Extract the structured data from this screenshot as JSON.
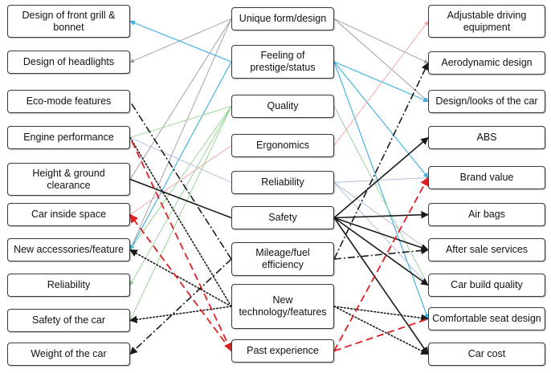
{
  "left_nodes": [
    {
      "id": "L0",
      "label": "Design of front grill & bonnet"
    },
    {
      "id": "L1",
      "label": "Design of headlights"
    },
    {
      "id": "L2",
      "label": "Eco-mode features"
    },
    {
      "id": "L3",
      "label": "Engine performance"
    },
    {
      "id": "L4",
      "label": "Height & ground clearance"
    },
    {
      "id": "L5",
      "label": "Car inside space"
    },
    {
      "id": "L6",
      "label": "New accessories/feature"
    },
    {
      "id": "L7",
      "label": "Reliability"
    },
    {
      "id": "L8",
      "label": "Safety of the car"
    },
    {
      "id": "L9",
      "label": "Weight of the car"
    }
  ],
  "middle_nodes": [
    {
      "id": "M0",
      "label": "Unique form/design"
    },
    {
      "id": "M1",
      "label": "Feeling of prestige/status"
    },
    {
      "id": "M2",
      "label": "Quality"
    },
    {
      "id": "M3",
      "label": "Ergonomics"
    },
    {
      "id": "M4",
      "label": "Reliability"
    },
    {
      "id": "M5",
      "label": "Safety"
    },
    {
      "id": "M6",
      "label": "Mileage/fuel efficiency"
    },
    {
      "id": "M7",
      "label": "New technology/features"
    },
    {
      "id": "M8",
      "label": "Past experience"
    }
  ],
  "right_nodes": [
    {
      "id": "R0",
      "label": "Adjustable driving equipment"
    },
    {
      "id": "R1",
      "label": "Aerodynamic design"
    },
    {
      "id": "R2",
      "label": "Design/looks of the car"
    },
    {
      "id": "R3",
      "label": "ABS"
    },
    {
      "id": "R4",
      "label": "Brand value"
    },
    {
      "id": "R5",
      "label": "Air bags"
    },
    {
      "id": "R6",
      "label": "After sale services"
    },
    {
      "id": "R7",
      "label": "Car build quality"
    },
    {
      "id": "R8",
      "label": "Comfortable seat design"
    },
    {
      "id": "R9",
      "label": "Car cost"
    }
  ],
  "line_colors": {
    "black": "#1a1a1a",
    "gray": "#9a9a9a",
    "blue": "#3aaee0",
    "green": "#8ed18e",
    "pink": "#f2a0a0",
    "lightblue": "#a9b9de",
    "red": "#e02020"
  },
  "connections": [
    {
      "from": "M0",
      "to": "L1",
      "color": "gray",
      "style": "solid",
      "arrow": "to"
    },
    {
      "from": "M0",
      "to": "R1",
      "color": "gray",
      "style": "solid",
      "arrow": "to"
    },
    {
      "from": "M0",
      "to": "R2",
      "color": "gray",
      "style": "solid",
      "arrow": "to"
    },
    {
      "from": "M0",
      "to": "L4",
      "color": "gray",
      "style": "solid",
      "arrow": "none"
    },
    {
      "from": "M0",
      "to": "L6",
      "color": "gray",
      "style": "solid",
      "arrow": "none"
    },
    {
      "from": "M1",
      "to": "L0",
      "color": "blue",
      "style": "solid",
      "arrow": "to"
    },
    {
      "from": "M1",
      "to": "R2",
      "color": "blue",
      "style": "solid",
      "arrow": "to"
    },
    {
      "from": "M1",
      "to": "R4",
      "color": "blue",
      "style": "solid",
      "arrow": "to"
    },
    {
      "from": "M1",
      "to": "R8",
      "color": "blue",
      "style": "solid",
      "arrow": "to"
    },
    {
      "from": "M1",
      "to": "L6",
      "color": "blue",
      "style": "solid",
      "arrow": "to"
    },
    {
      "from": "M2",
      "to": "L3",
      "color": "green",
      "style": "solid",
      "arrow": "none"
    },
    {
      "from": "M2",
      "to": "L6",
      "color": "green",
      "style": "solid",
      "arrow": "none"
    },
    {
      "from": "M2",
      "to": "L7",
      "color": "green",
      "style": "solid",
      "arrow": "to"
    },
    {
      "from": "M2",
      "to": "L8",
      "color": "green",
      "style": "solid",
      "arrow": "none"
    },
    {
      "from": "M2",
      "to": "R7",
      "color": "green",
      "style": "solid",
      "arrow": "none"
    },
    {
      "from": "M3",
      "to": "R0",
      "color": "pink",
      "style": "solid",
      "arrow": "to"
    },
    {
      "from": "M3",
      "to": "L5",
      "color": "pink",
      "style": "solid",
      "arrow": "none"
    },
    {
      "from": "M4",
      "to": "L3",
      "color": "lightblue",
      "style": "solid",
      "arrow": "none"
    },
    {
      "from": "M4",
      "to": "R4",
      "color": "lightblue",
      "style": "solid",
      "arrow": "none"
    },
    {
      "from": "M4",
      "to": "R6",
      "color": "lightblue",
      "style": "solid",
      "arrow": "none"
    },
    {
      "from": "M4",
      "to": "R7",
      "color": "lightblue",
      "style": "solid",
      "arrow": "none"
    },
    {
      "from": "M5",
      "to": "L4",
      "color": "black",
      "style": "solid",
      "arrow": "none"
    },
    {
      "from": "M5",
      "to": "R3",
      "color": "black",
      "style": "solid",
      "arrow": "to"
    },
    {
      "from": "M5",
      "to": "R5",
      "color": "black",
      "style": "solid",
      "arrow": "to"
    },
    {
      "from": "M5",
      "to": "R6",
      "color": "black",
      "style": "solid",
      "arrow": "to"
    },
    {
      "from": "M5",
      "to": "R7",
      "color": "black",
      "style": "solid",
      "arrow": "to"
    },
    {
      "from": "M5",
      "to": "R9",
      "color": "black",
      "style": "solid",
      "arrow": "to"
    },
    {
      "from": "M6",
      "to": "L2",
      "color": "black",
      "style": "dashdot",
      "arrow": "none"
    },
    {
      "from": "M6",
      "to": "L9",
      "color": "black",
      "style": "dashdot",
      "arrow": "to"
    },
    {
      "from": "M6",
      "to": "R1",
      "color": "black",
      "style": "dashdot",
      "arrow": "to"
    },
    {
      "from": "M6",
      "to": "R6",
      "color": "black",
      "style": "dashdot",
      "arrow": "to"
    },
    {
      "from": "M7",
      "to": "L3",
      "color": "black",
      "style": "dotted",
      "arrow": "none"
    },
    {
      "from": "M7",
      "to": "L6",
      "color": "black",
      "style": "dotted",
      "arrow": "to"
    },
    {
      "from": "M7",
      "to": "L8",
      "color": "black",
      "style": "dotted",
      "arrow": "to"
    },
    {
      "from": "M7",
      "to": "R8",
      "color": "black",
      "style": "dotted",
      "arrow": "to"
    },
    {
      "from": "M7",
      "to": "R9",
      "color": "black",
      "style": "dotted",
      "arrow": "to"
    },
    {
      "from": "M8",
      "to": "L3",
      "color": "red",
      "style": "dashed",
      "arrow": "from"
    },
    {
      "from": "M8",
      "to": "L5",
      "color": "red",
      "style": "dashed",
      "arrow": "to"
    },
    {
      "from": "M8",
      "to": "R4",
      "color": "red",
      "style": "dashed",
      "arrow": "to"
    },
    {
      "from": "M8",
      "to": "R8",
      "color": "red",
      "style": "dashed",
      "arrow": "none"
    }
  ]
}
